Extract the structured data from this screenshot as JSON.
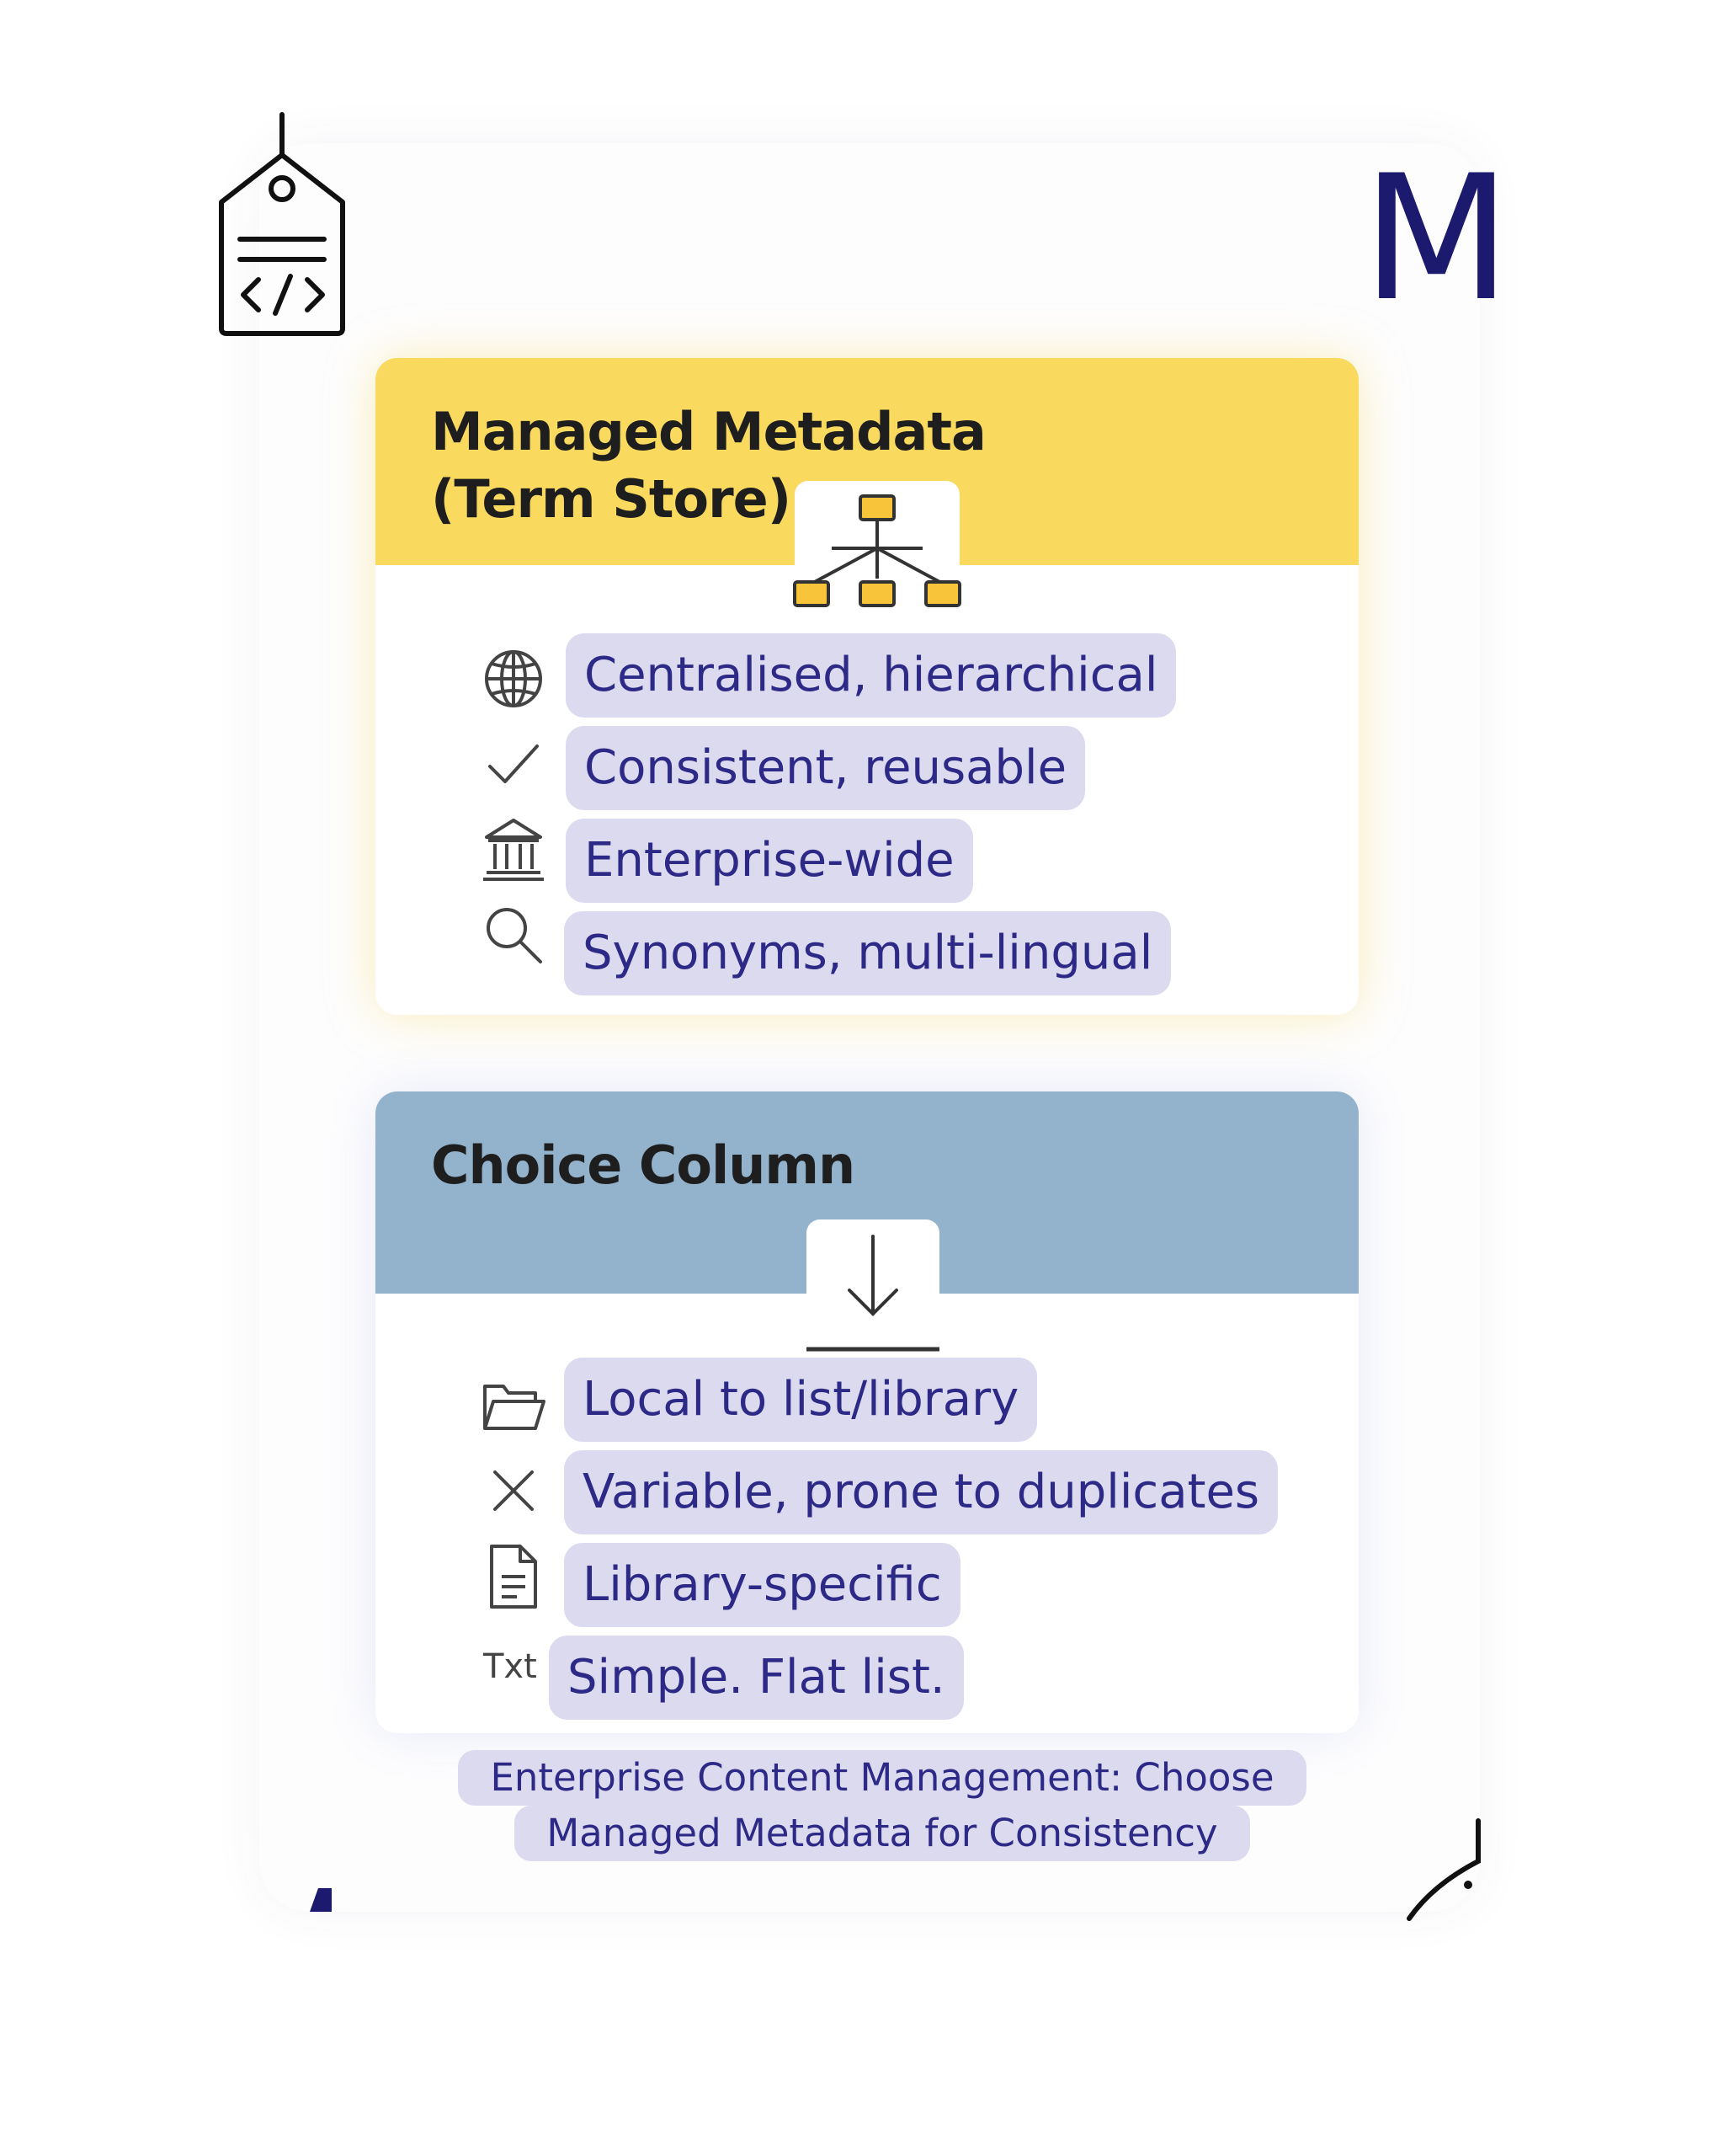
{
  "managed_metadata": {
    "title_line1": "Managed Metadata",
    "title_line2": "(Term Store)",
    "badge_icon": "hierarchy-icon",
    "items": [
      {
        "label": "Centralised, hierarchical",
        "icon": "globe-icon"
      },
      {
        "label": "Consistent, reusable",
        "icon": "checkmark-icon"
      },
      {
        "label": "Enterprise-wide",
        "icon": "building-icon"
      },
      {
        "label": "Synonyms, multi-lingual",
        "icon": "search-icon"
      }
    ],
    "header_color": "#f9d95e"
  },
  "choice_column": {
    "title": "Choice Column",
    "badge_icon": "down-arrow-icon",
    "items": [
      {
        "label": "Local to list/library",
        "icon": "folder-icon"
      },
      {
        "label": "Variable, prone to duplicates",
        "icon": "x-icon"
      },
      {
        "label": "Library-specific",
        "icon": "document-icon"
      },
      {
        "label": "Simple. Flat list.",
        "icon": "text-format-icon"
      }
    ],
    "header_color": "#93b3cd"
  },
  "caption": {
    "line1": "Enterprise Content Management:  Choose",
    "line2": "Managed Metadata for Consistency"
  },
  "decor": {
    "letter": "M",
    "tag_icon": "code-tag-icon"
  },
  "colors": {
    "pill_bg": "#dcdaef",
    "pill_text": "#2c2a86",
    "accent_navy": "#1c1a6e"
  }
}
